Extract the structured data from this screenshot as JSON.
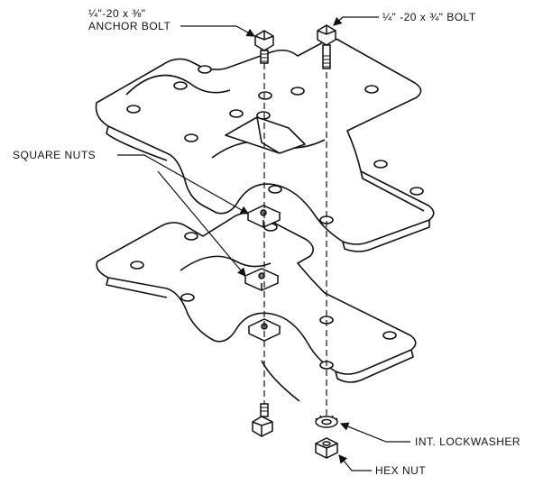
{
  "labels": {
    "anchor_bolt_line1": "¼\"-20 x ⅜\"",
    "anchor_bolt_line2": "ANCHOR BOLT",
    "bolt": "¼\" -20 x ¾\" BOLT",
    "square_nuts": "SQUARE NUTS",
    "lockwasher": "INT. LOCKWASHER",
    "hex_nut": "HEX NUT"
  },
  "colors": {
    "line": "#111111",
    "background": "#ffffff"
  }
}
